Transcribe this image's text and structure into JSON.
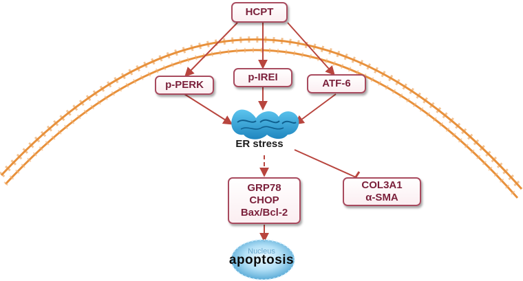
{
  "diagram": {
    "top_node": "HCPT",
    "receptors": [
      {
        "id": "perk",
        "label": "p-PERK"
      },
      {
        "id": "ire1",
        "label": "p-IREI"
      },
      {
        "id": "atf6",
        "label": "ATF-6"
      }
    ],
    "er_label": "ER stress",
    "downstream_markers": [
      "GRP78",
      "CHOP",
      "Bax/Bcl-2"
    ],
    "inhibited_markers": [
      "COL3A1",
      "α-SMA"
    ],
    "nucleus_label": "Nucleus",
    "outcome": "apoptosis"
  },
  "colors": {
    "box_border": "#a84a5e",
    "box_text": "#7a1f3a",
    "arrow": "#b8453e",
    "membrane": "#e8913c",
    "er_blue": "#3aa6d6",
    "nucleus_blue": "#7fc4ea"
  },
  "icons": {
    "membrane": "cell-membrane-arc",
    "er": "endoplasmic-reticulum-icon",
    "nucleus": "nucleus-icon"
  }
}
